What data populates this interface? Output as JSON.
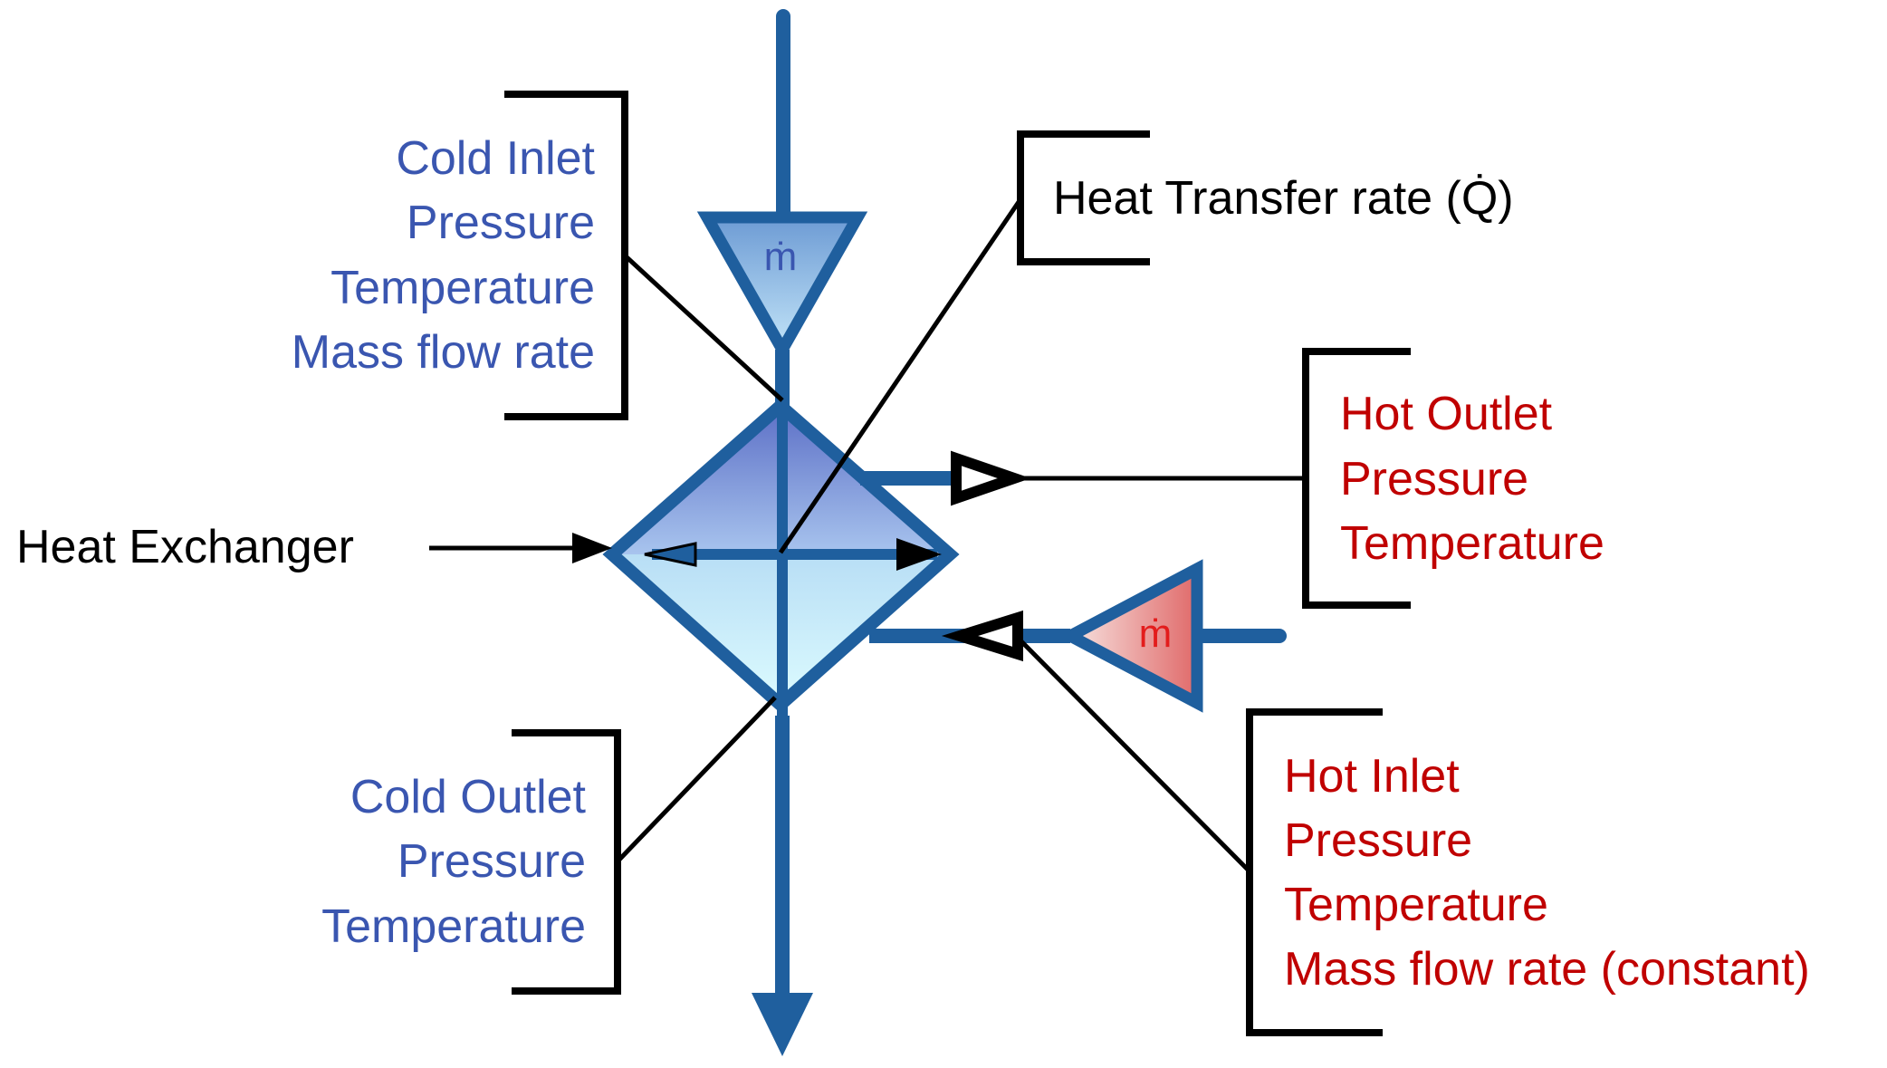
{
  "colors": {
    "pipe": "#1f5f9e",
    "cold_text": "#3a56b0",
    "hot_text": "#c00000",
    "black": "#000000",
    "hot_m_text": "#e31c1c"
  },
  "icons": {
    "cold_flow": "triangle-down-icon",
    "hot_flow": "triangle-left-icon",
    "exchanger": "diamond-icon"
  },
  "labels": {
    "cold_inlet": {
      "title": "Cold Inlet",
      "line1": "Pressure",
      "line2": "Temperature",
      "line3": "Mass flow rate"
    },
    "cold_outlet": {
      "title": "Cold Outlet",
      "line1": "Pressure",
      "line2": "Temperature"
    },
    "hot_outlet": {
      "title": "Hot Outlet",
      "line1": "Pressure",
      "line2": "Temperature"
    },
    "hot_inlet": {
      "title": "Hot Inlet",
      "line1": "Pressure",
      "line2": "Temperature",
      "line3": "Mass flow rate (constant)"
    },
    "heat_transfer": "Heat Transfer rate (Q̇)",
    "heat_exchanger": "Heat Exchanger",
    "cold_mass_symbol": "ṁ",
    "hot_mass_symbol": "ṁ"
  }
}
